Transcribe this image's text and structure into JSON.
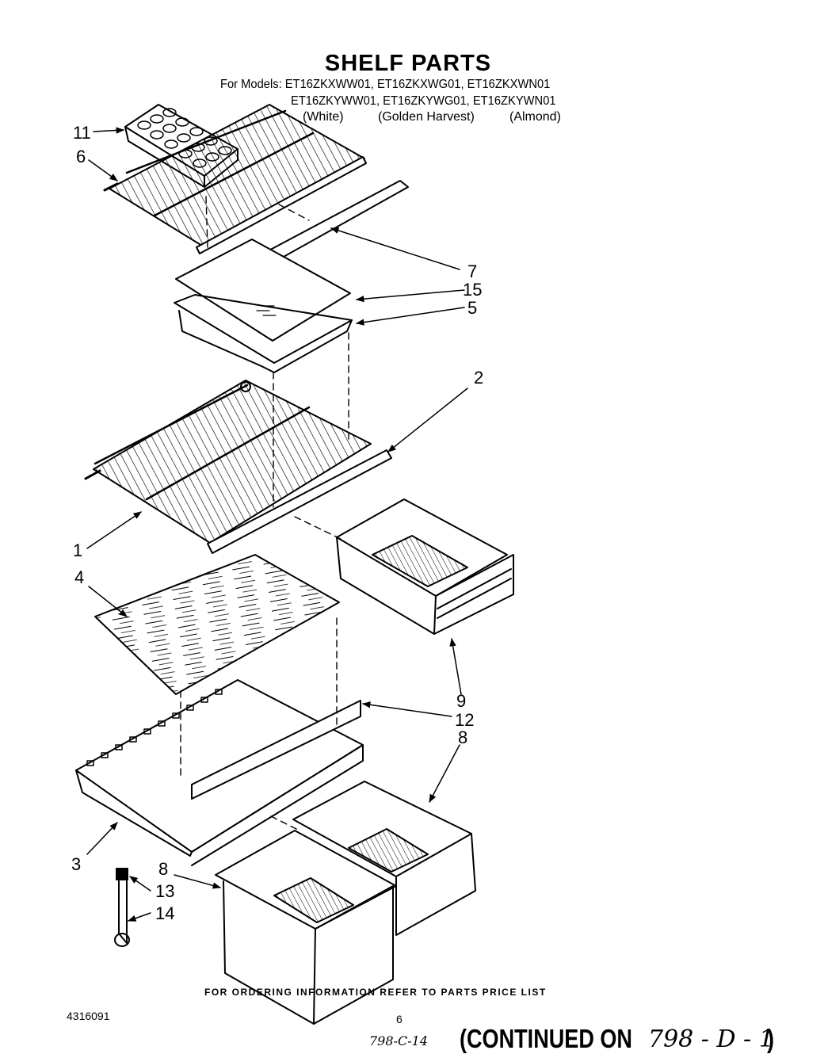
{
  "header": {
    "title": "SHELF PARTS",
    "models_line1": "For Models: ET16ZKXWW01,  ET16ZKXWG01,  ET16ZKXWN01",
    "models_line2": "ET16ZKYWW01,  ET16ZKYWG01,  ET16ZKYWN01",
    "variant_white": "(White)",
    "variant_golden": "(Golden Harvest)",
    "variant_almond": "(Almond)"
  },
  "callouts": {
    "c11": "11",
    "c6": "6",
    "c7": "7",
    "c15": "15",
    "c5": "5",
    "c2": "2",
    "c1": "1",
    "c4": "4",
    "c9": "9",
    "c12": "12",
    "c8_right": "8",
    "c3": "3",
    "c8_left": "8",
    "c13": "13",
    "c14": "14"
  },
  "footer": {
    "ordering_note": "FOR ORDERING INFORMATION REFER TO PARTS PRICE LIST",
    "doc_number": "4316091",
    "page_number": "6",
    "handwritten_ref": "798-C-14",
    "continued_label": "(CONTINUED ON",
    "handwritten_target": "798 - D - 1",
    "continued_close": ")"
  }
}
